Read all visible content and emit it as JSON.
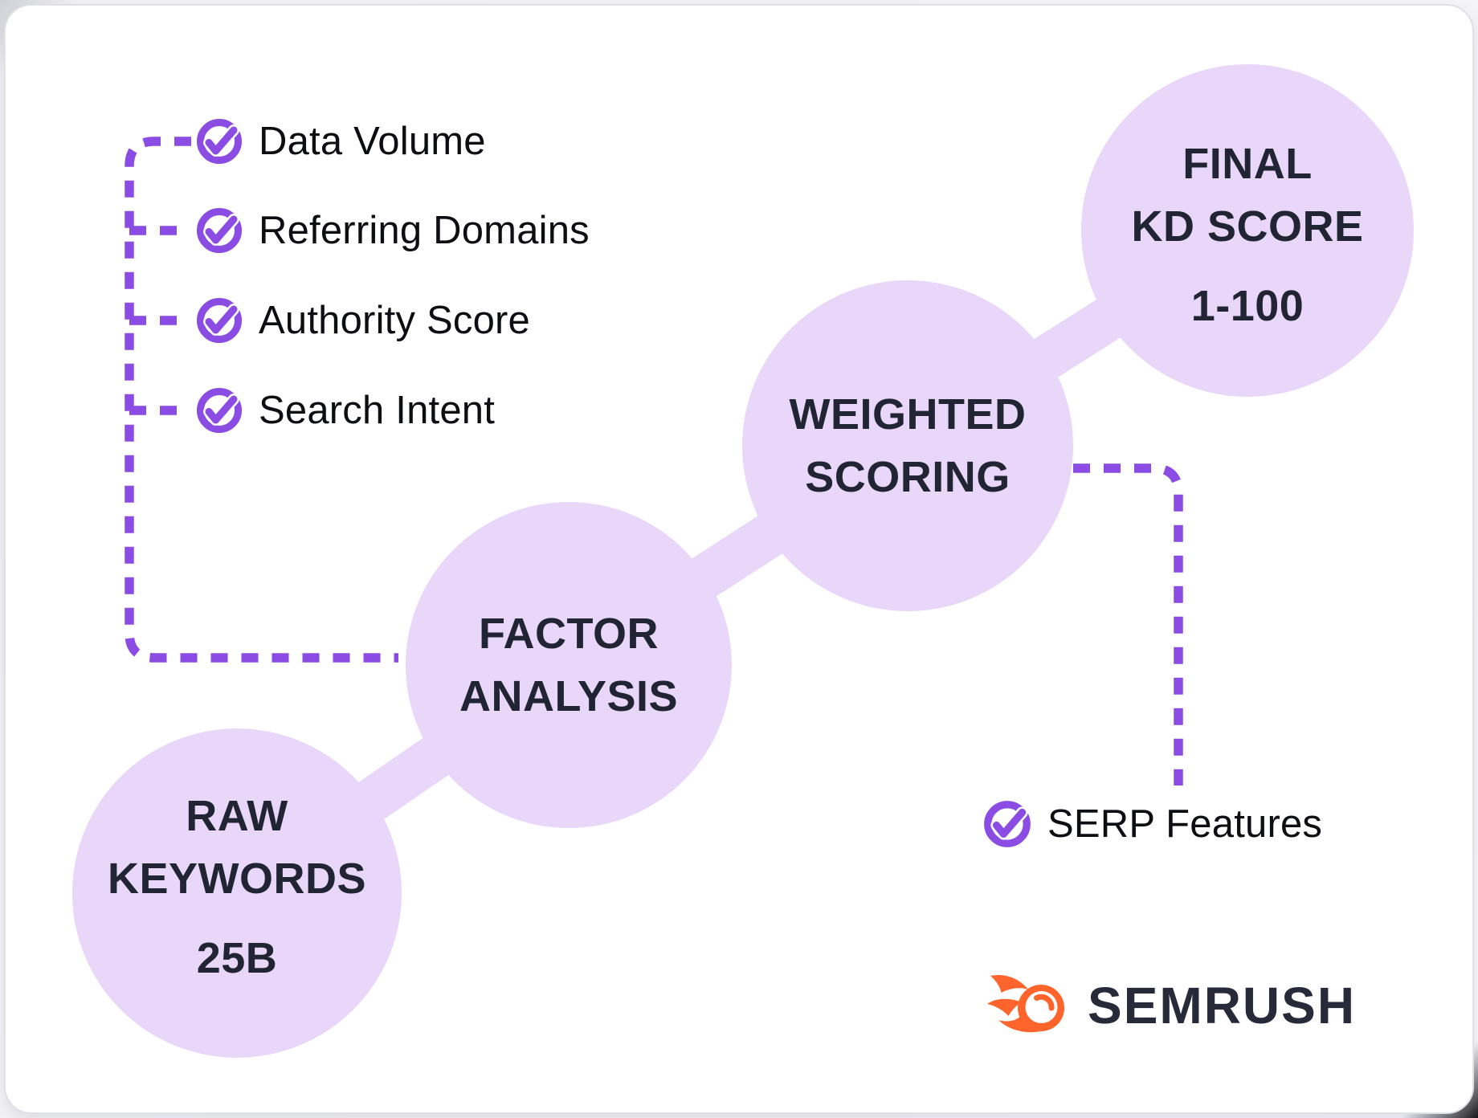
{
  "diagram": {
    "factors": [
      {
        "label": "Data Volume"
      },
      {
        "label": "Referring Domains"
      },
      {
        "label": "Authority Score"
      },
      {
        "label": "Search Intent"
      }
    ],
    "extra_factor": {
      "label": "SERP Features"
    },
    "steps": [
      {
        "line1": "RAW",
        "line2": "KEYWORDS",
        "value": "25B"
      },
      {
        "line1": "FACTOR",
        "line2": "ANALYSIS",
        "value": ""
      },
      {
        "line1": "WEIGHTED",
        "line2": "SCORING",
        "value": ""
      },
      {
        "line1": "FINAL",
        "line2": "KD SCORE",
        "value": "1-100"
      }
    ]
  },
  "brand": {
    "wordmark": "SEMRUSH"
  },
  "colors": {
    "purple": "#8A4CE3",
    "lavender": "#E8D7F8",
    "ink": "#212433",
    "text": "#0D0E12",
    "orange": "#FF642D",
    "wordmark_ink": "#262A39",
    "card_border": "#E0E1E7"
  }
}
